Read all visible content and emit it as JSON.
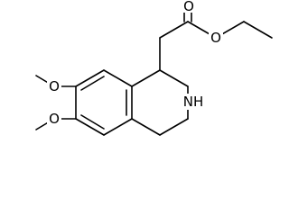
{
  "molecule": {
    "atoms": {
      "carbonyl_o": "O",
      "ester_o": "O",
      "nh": "NH",
      "methoxy_o_upper": "O",
      "methoxy_o_lower": "O"
    }
  }
}
